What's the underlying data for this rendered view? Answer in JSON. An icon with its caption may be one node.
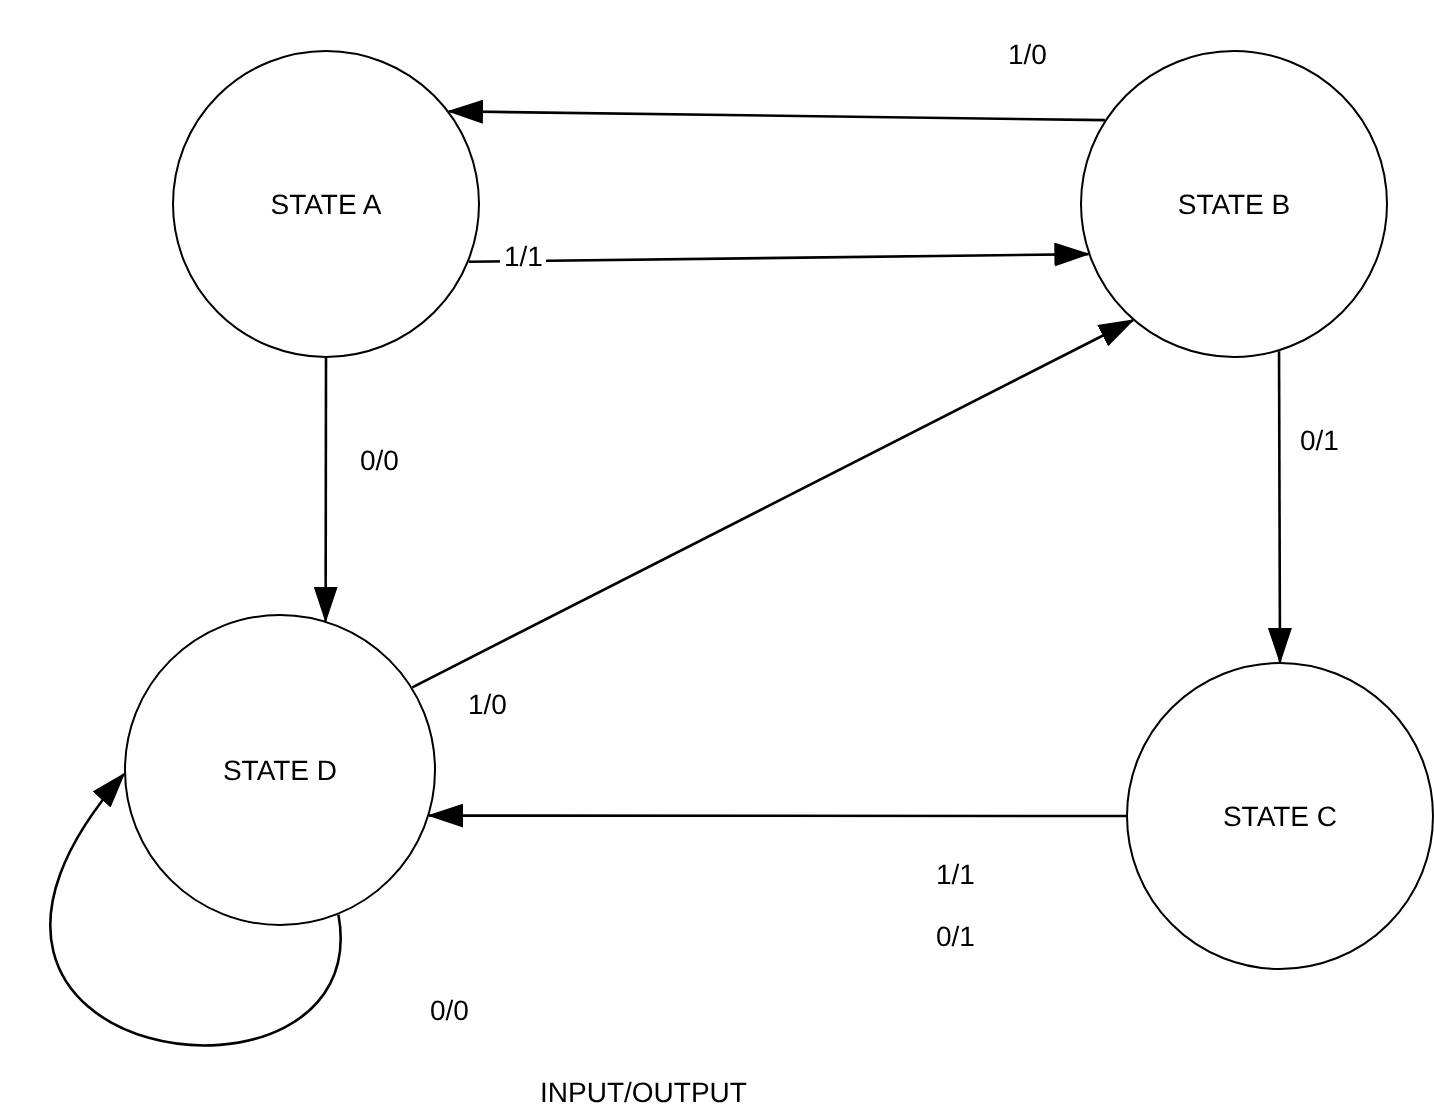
{
  "diagram": {
    "nodes": [
      {
        "text": [
          "STATE A"
        ]
      },
      {
        "text": [
          "STATE B"
        ]
      },
      {
        "text": [
          "STATE D"
        ]
      },
      {
        "text": [
          "STATE C"
        ]
      }
    ],
    "edges": [
      {
        "from": 1,
        "to": 0,
        "arrow": "to",
        "label": "1/0"
      },
      {
        "from": 0,
        "to": 1,
        "arrow": "to",
        "label": "1/1"
      },
      {
        "from": 0,
        "to": 2,
        "arrow": "to",
        "label": "0/0"
      },
      {
        "from": 2,
        "to": 1,
        "arrow": "to",
        "label": "1/0"
      },
      {
        "from": 1,
        "to": 3,
        "arrow": "to",
        "label": "0/1"
      },
      {
        "from": 3,
        "to": 2,
        "arrow": "to",
        "label": "1/1 0/1"
      },
      {
        "from": 2,
        "to": 2,
        "arrow": "to",
        "label": "0/0"
      }
    ],
    "labels": [
      "INPUT/OUTPUT"
    ]
  }
}
